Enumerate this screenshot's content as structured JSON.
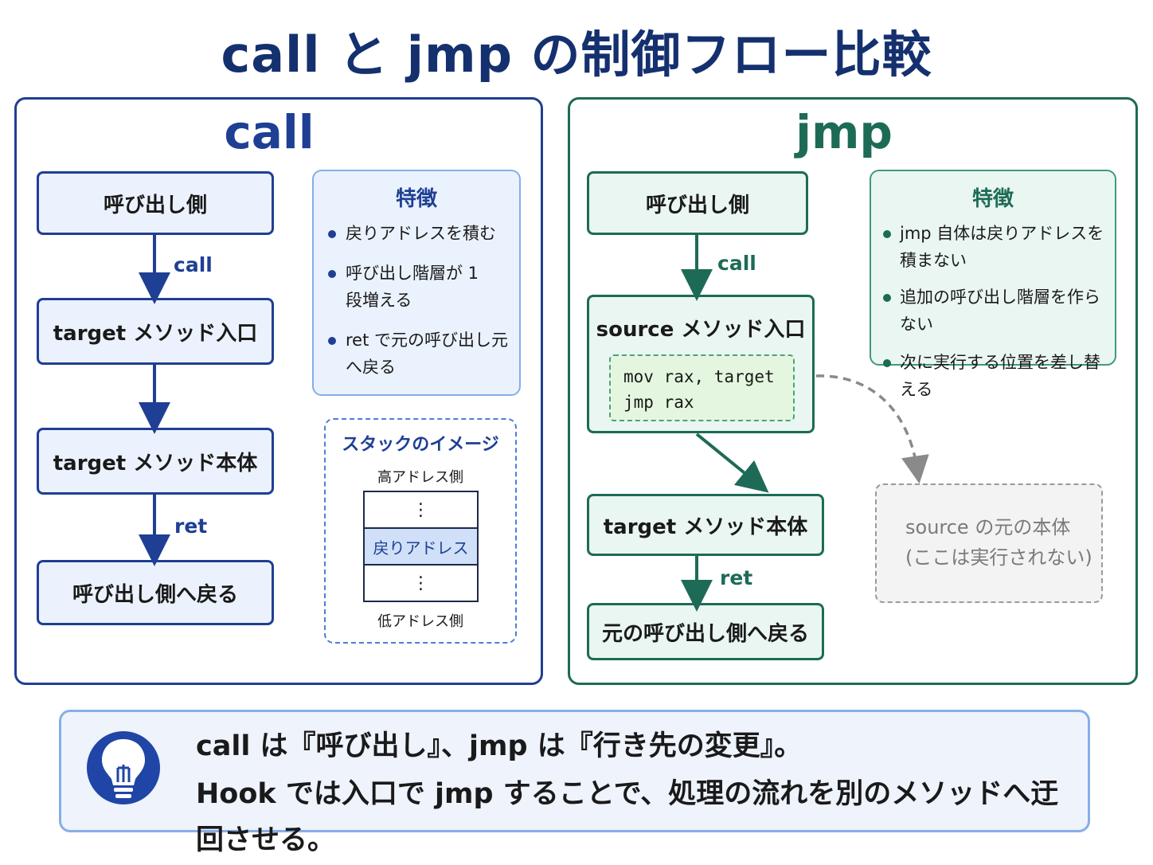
{
  "title": "call と jmp の制御フロー比較",
  "call_panel": {
    "heading": "call",
    "flow": {
      "caller": "呼び出し側",
      "edge1": "call",
      "entry": "target メソッド入口",
      "body": "target メソッド本体",
      "edge3": "ret",
      "return": "呼び出し側へ戻る"
    },
    "features": {
      "title": "特徴",
      "items": [
        {
          "line1": "戻りアドレスを積む",
          "line2": ""
        },
        {
          "line1": "呼び出し階層が 1",
          "line2": "段増える"
        },
        {
          "line1": "ret で元の呼び出し元",
          "line2": "へ戻る"
        }
      ]
    },
    "stack": {
      "title": "スタックのイメージ",
      "high": "高アドレス側",
      "dots_top": "⋮",
      "ret_addr": "戻りアドレス",
      "dots_bottom": "⋮",
      "low": "低アドレス側"
    }
  },
  "jmp_panel": {
    "heading": "jmp",
    "flow": {
      "caller": "呼び出し側",
      "edge1": "call",
      "source_entry": "source メソッド入口",
      "code_line1": "mov rax, target",
      "code_line2": "jmp rax",
      "target_body": "target メソッド本体",
      "edge3": "ret",
      "return": "元の呼び出し側へ戻る",
      "ghost_line1": "source の元の本体",
      "ghost_line2": "(ここは実行されない)"
    },
    "features": {
      "title": "特徴",
      "items": [
        {
          "line1": "jmp 自体は戻りアドレスを",
          "line2": "積まない"
        },
        {
          "line1": "追加の呼び出し階層を作らない",
          "line2": ""
        },
        {
          "line1": "次に実行する位置を差し替える",
          "line2": ""
        }
      ]
    }
  },
  "note": {
    "icon": "lightbulb-icon",
    "line1": "call は『呼び出し』、jmp は『行き先の変更』。",
    "line2": "Hook では入口で jmp することで、処理の流れを別のメソッドへ迂回させる。"
  },
  "colors": {
    "call_blue": "#1f3f94",
    "jmp_green": "#1d6b56",
    "title_navy": "#15306e"
  }
}
